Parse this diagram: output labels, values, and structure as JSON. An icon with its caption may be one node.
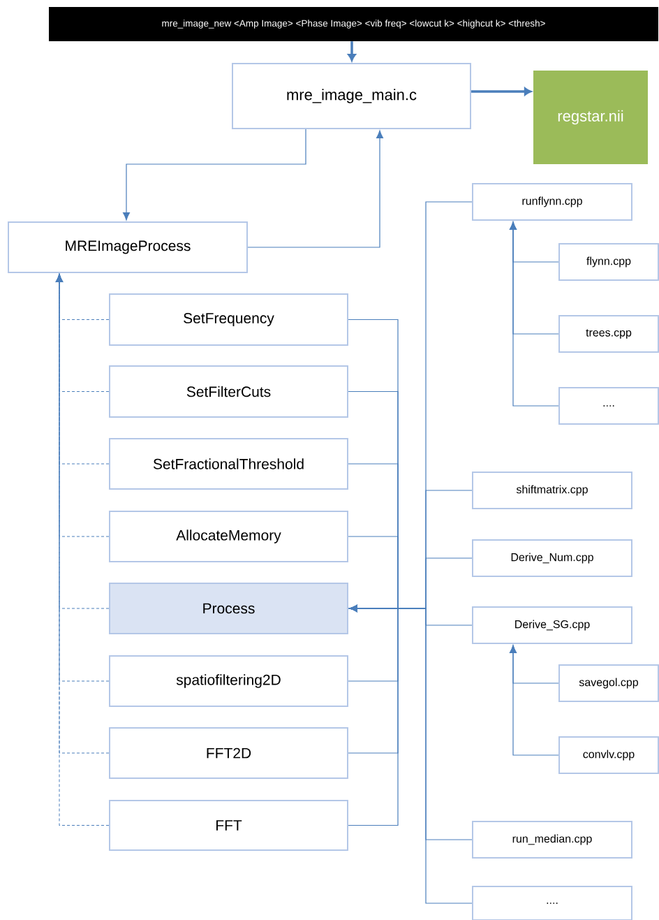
{
  "diagram": {
    "nodes": [
      {
        "text": [
          "mre_image_new  <Amp Image> <Phase Image> <vib freq> <lowcut k> <highcut k> <thresh>"
        ]
      },
      {
        "text": [
          "mre_image_main.c"
        ]
      },
      {
        "text": [
          "regstar.nii"
        ]
      },
      {
        "text": [
          "MREImageProcess"
        ]
      },
      {
        "text": [
          "SetFrequency"
        ]
      },
      {
        "text": [
          "SetFilterCuts"
        ]
      },
      {
        "text": [
          "SetFractionalThreshold"
        ]
      },
      {
        "text": [
          "AllocateMemory"
        ]
      },
      {
        "text": [
          "Process"
        ]
      },
      {
        "text": [
          "spatiofiltering2D"
        ]
      },
      {
        "text": [
          "FFT2D"
        ]
      },
      {
        "text": [
          "FFT"
        ]
      },
      {
        "text": [
          "runflynn.cpp"
        ]
      },
      {
        "text": [
          "flynn.cpp"
        ]
      },
      {
        "text": [
          "trees.cpp"
        ]
      },
      {
        "text": [
          "...."
        ]
      },
      {
        "text": [
          "shiftmatrix.cpp"
        ]
      },
      {
        "text": [
          "Derive_Num.cpp"
        ]
      },
      {
        "text": [
          "Derive_SG.cpp"
        ]
      },
      {
        "text": [
          "savegol.cpp"
        ]
      },
      {
        "text": [
          "convlv.cpp"
        ]
      },
      {
        "text": [
          "run_median.cpp"
        ]
      },
      {
        "text": [
          "...."
        ]
      }
    ],
    "edges": [
      {
        "from": 0,
        "to": 1,
        "arrow": "to",
        "style": "thick"
      },
      {
        "from": 1,
        "to": 2,
        "arrow": "to",
        "style": "thick"
      },
      {
        "from": 1,
        "to": 3,
        "arrow": "to"
      },
      {
        "from": 3,
        "to": 1,
        "arrow": "to"
      },
      {
        "from": 4,
        "to": 8,
        "arrow": "to"
      },
      {
        "from": 5,
        "to": 8,
        "arrow": "to"
      },
      {
        "from": 6,
        "to": 8,
        "arrow": "to"
      },
      {
        "from": 7,
        "to": 8,
        "arrow": "to"
      },
      {
        "from": 9,
        "to": 8,
        "arrow": "to"
      },
      {
        "from": 10,
        "to": 8,
        "arrow": "to"
      },
      {
        "from": 11,
        "to": 8,
        "arrow": "to"
      },
      {
        "from": 12,
        "to": 8,
        "arrow": "to"
      },
      {
        "from": 16,
        "to": 8,
        "arrow": "to"
      },
      {
        "from": 17,
        "to": 8,
        "arrow": "to"
      },
      {
        "from": 18,
        "to": 8,
        "arrow": "to"
      },
      {
        "from": 21,
        "to": 8,
        "arrow": "to"
      },
      {
        "from": 22,
        "to": 8,
        "arrow": "to"
      },
      {
        "from": 13,
        "to": 12,
        "arrow": "to"
      },
      {
        "from": 14,
        "to": 12,
        "arrow": "to"
      },
      {
        "from": 15,
        "to": 12,
        "arrow": "to"
      },
      {
        "from": 19,
        "to": 18,
        "arrow": "to"
      },
      {
        "from": 20,
        "to": 18,
        "arrow": "to"
      },
      {
        "from": 4,
        "to": 3,
        "arrow": "to",
        "style": "dashed"
      },
      {
        "from": 5,
        "to": 3,
        "arrow": "to",
        "style": "dashed"
      },
      {
        "from": 6,
        "to": 3,
        "arrow": "to",
        "style": "dashed"
      },
      {
        "from": 7,
        "to": 3,
        "arrow": "to",
        "style": "dashed"
      },
      {
        "from": 8,
        "to": 3,
        "arrow": "to",
        "style": "dashed"
      },
      {
        "from": 9,
        "to": 3,
        "arrow": "to",
        "style": "dashed"
      },
      {
        "from": 10,
        "to": 3,
        "arrow": "to",
        "style": "dashed"
      },
      {
        "from": 11,
        "to": 3,
        "arrow": "to",
        "style": "dashed"
      }
    ]
  }
}
